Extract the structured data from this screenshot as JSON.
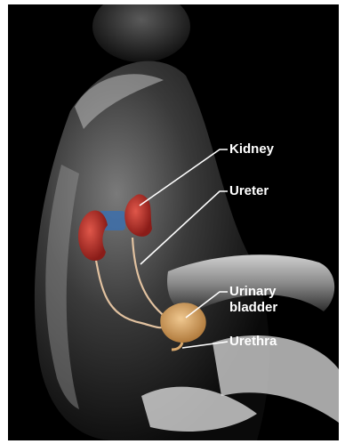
{
  "labels": {
    "kidney": "Kidney",
    "ureter": "Ureter",
    "urinary_bladder": "Urinary bladder",
    "urethra": "Urethra"
  },
  "colors": {
    "background": "#000000",
    "skin_highlight": "#dcdcdc",
    "kidney": "#b8322c",
    "bladder": "#d9a86c",
    "ureter": "#e2c2a0"
  }
}
